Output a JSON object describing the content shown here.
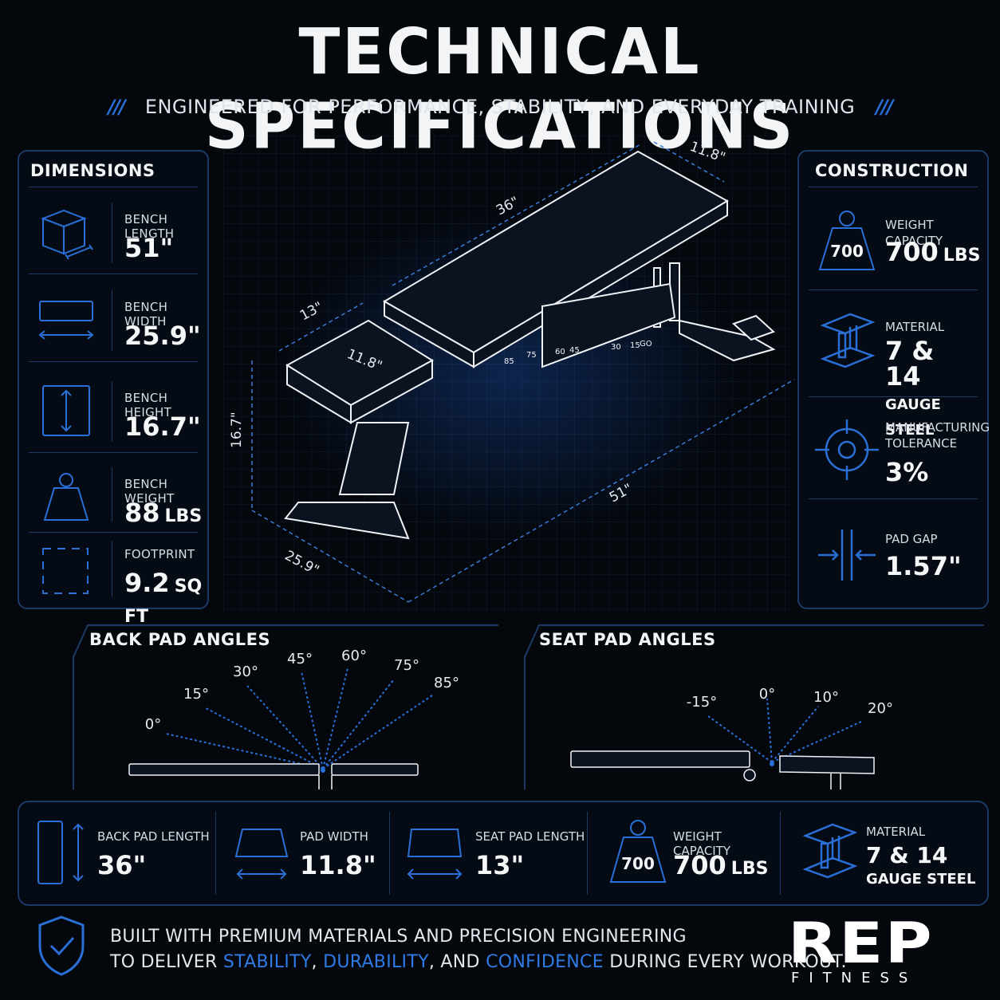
{
  "header": {
    "title": "TECHNICAL SPECIFICATIONS",
    "slashes": "///",
    "subtitle": "ENGINEERED FOR PERFORMANCE, STABILITY, AND EVERYDAY TRAINING"
  },
  "dimensions": {
    "title": "DIMENSIONS",
    "items": [
      {
        "label": "BENCH LENGTH",
        "value": "51\"",
        "unit": "",
        "icon": "cube-icon"
      },
      {
        "label": "BENCH WIDTH",
        "value": "25.9\"",
        "unit": "",
        "icon": "width-icon"
      },
      {
        "label": "BENCH HEIGHT",
        "value": "16.7\"",
        "unit": "",
        "icon": "height-icon"
      },
      {
        "label": "BENCH WEIGHT",
        "value": "88",
        "unit": "LBS",
        "icon": "weight-icon"
      },
      {
        "label": "FOOTPRINT",
        "value": "9.2",
        "unit": "SQ FT",
        "icon": "footprint-icon"
      }
    ]
  },
  "construction": {
    "title": "CONSTRUCTION",
    "items": [
      {
        "label": "WEIGHT CAPACITY",
        "value": "700",
        "unit": "LBS",
        "icon": "kettlebell-icon",
        "icon_text": "700"
      },
      {
        "label": "MATERIAL",
        "value": "7 & 14",
        "sub": "GAUGE STEEL",
        "icon": "steel-beam-icon"
      },
      {
        "label": "MANUFACTURING\nTOLERANCE",
        "label1": "MANUFACTURING",
        "label2": "TOLERANCE",
        "value": "3%",
        "icon": "crosshair-icon"
      },
      {
        "label": "PAD GAP",
        "value": "1.57\"",
        "icon": "pad-gap-icon"
      }
    ]
  },
  "bench_diagram": {
    "dims": [
      "11.8\"",
      "36\"",
      "13\"",
      "11.8\"",
      "16.7\"",
      "51\"",
      "25.9\""
    ],
    "scale_labels": [
      "85",
      "75",
      "60",
      "45",
      "30",
      "15",
      "GO"
    ]
  },
  "back_pad_angles": {
    "title": "BACK PAD ANGLES",
    "angles": [
      "0°",
      "15°",
      "30°",
      "45°",
      "60°",
      "75°",
      "85°"
    ]
  },
  "seat_pad_angles": {
    "title": "SEAT PAD ANGLES",
    "angles": [
      "-15°",
      "0°",
      "10°",
      "20°"
    ]
  },
  "bottom_specs": [
    {
      "label": "BACK PAD LENGTH",
      "value": "36\"",
      "icon": "back-pad-icon"
    },
    {
      "label": "PAD WIDTH",
      "value": "11.8\"",
      "icon": "pad-width-icon"
    },
    {
      "label": "SEAT PAD LENGTH",
      "value": "13\"",
      "icon": "seat-pad-icon"
    },
    {
      "label": "WEIGHT CAPACITY",
      "value": "700",
      "unit": "LBS",
      "icon": "kettlebell-icon",
      "icon_text": "700"
    },
    {
      "label": "MATERIAL",
      "value": "7 & 14",
      "sub": "GAUGE STEEL",
      "icon": "steel-beam-icon"
    }
  ],
  "footer": {
    "line1": "BUILT WITH PREMIUM MATERIALS AND PRECISION ENGINEERING",
    "line2_pre": "TO DELIVER ",
    "hl1": "STABILITY",
    "comma1": ", ",
    "hl2": "DURABILITY",
    "mid": ", AND ",
    "hl3": "CONFIDENCE",
    "line2_post": " DURING EVERY WORKOUT.",
    "logo": "REP",
    "logo_sub": "FITNESS"
  },
  "colors": {
    "accent": "#2a6fd6",
    "background": "#04070c",
    "panel_border": "#1d3a66",
    "text": "#f2f4f6"
  }
}
